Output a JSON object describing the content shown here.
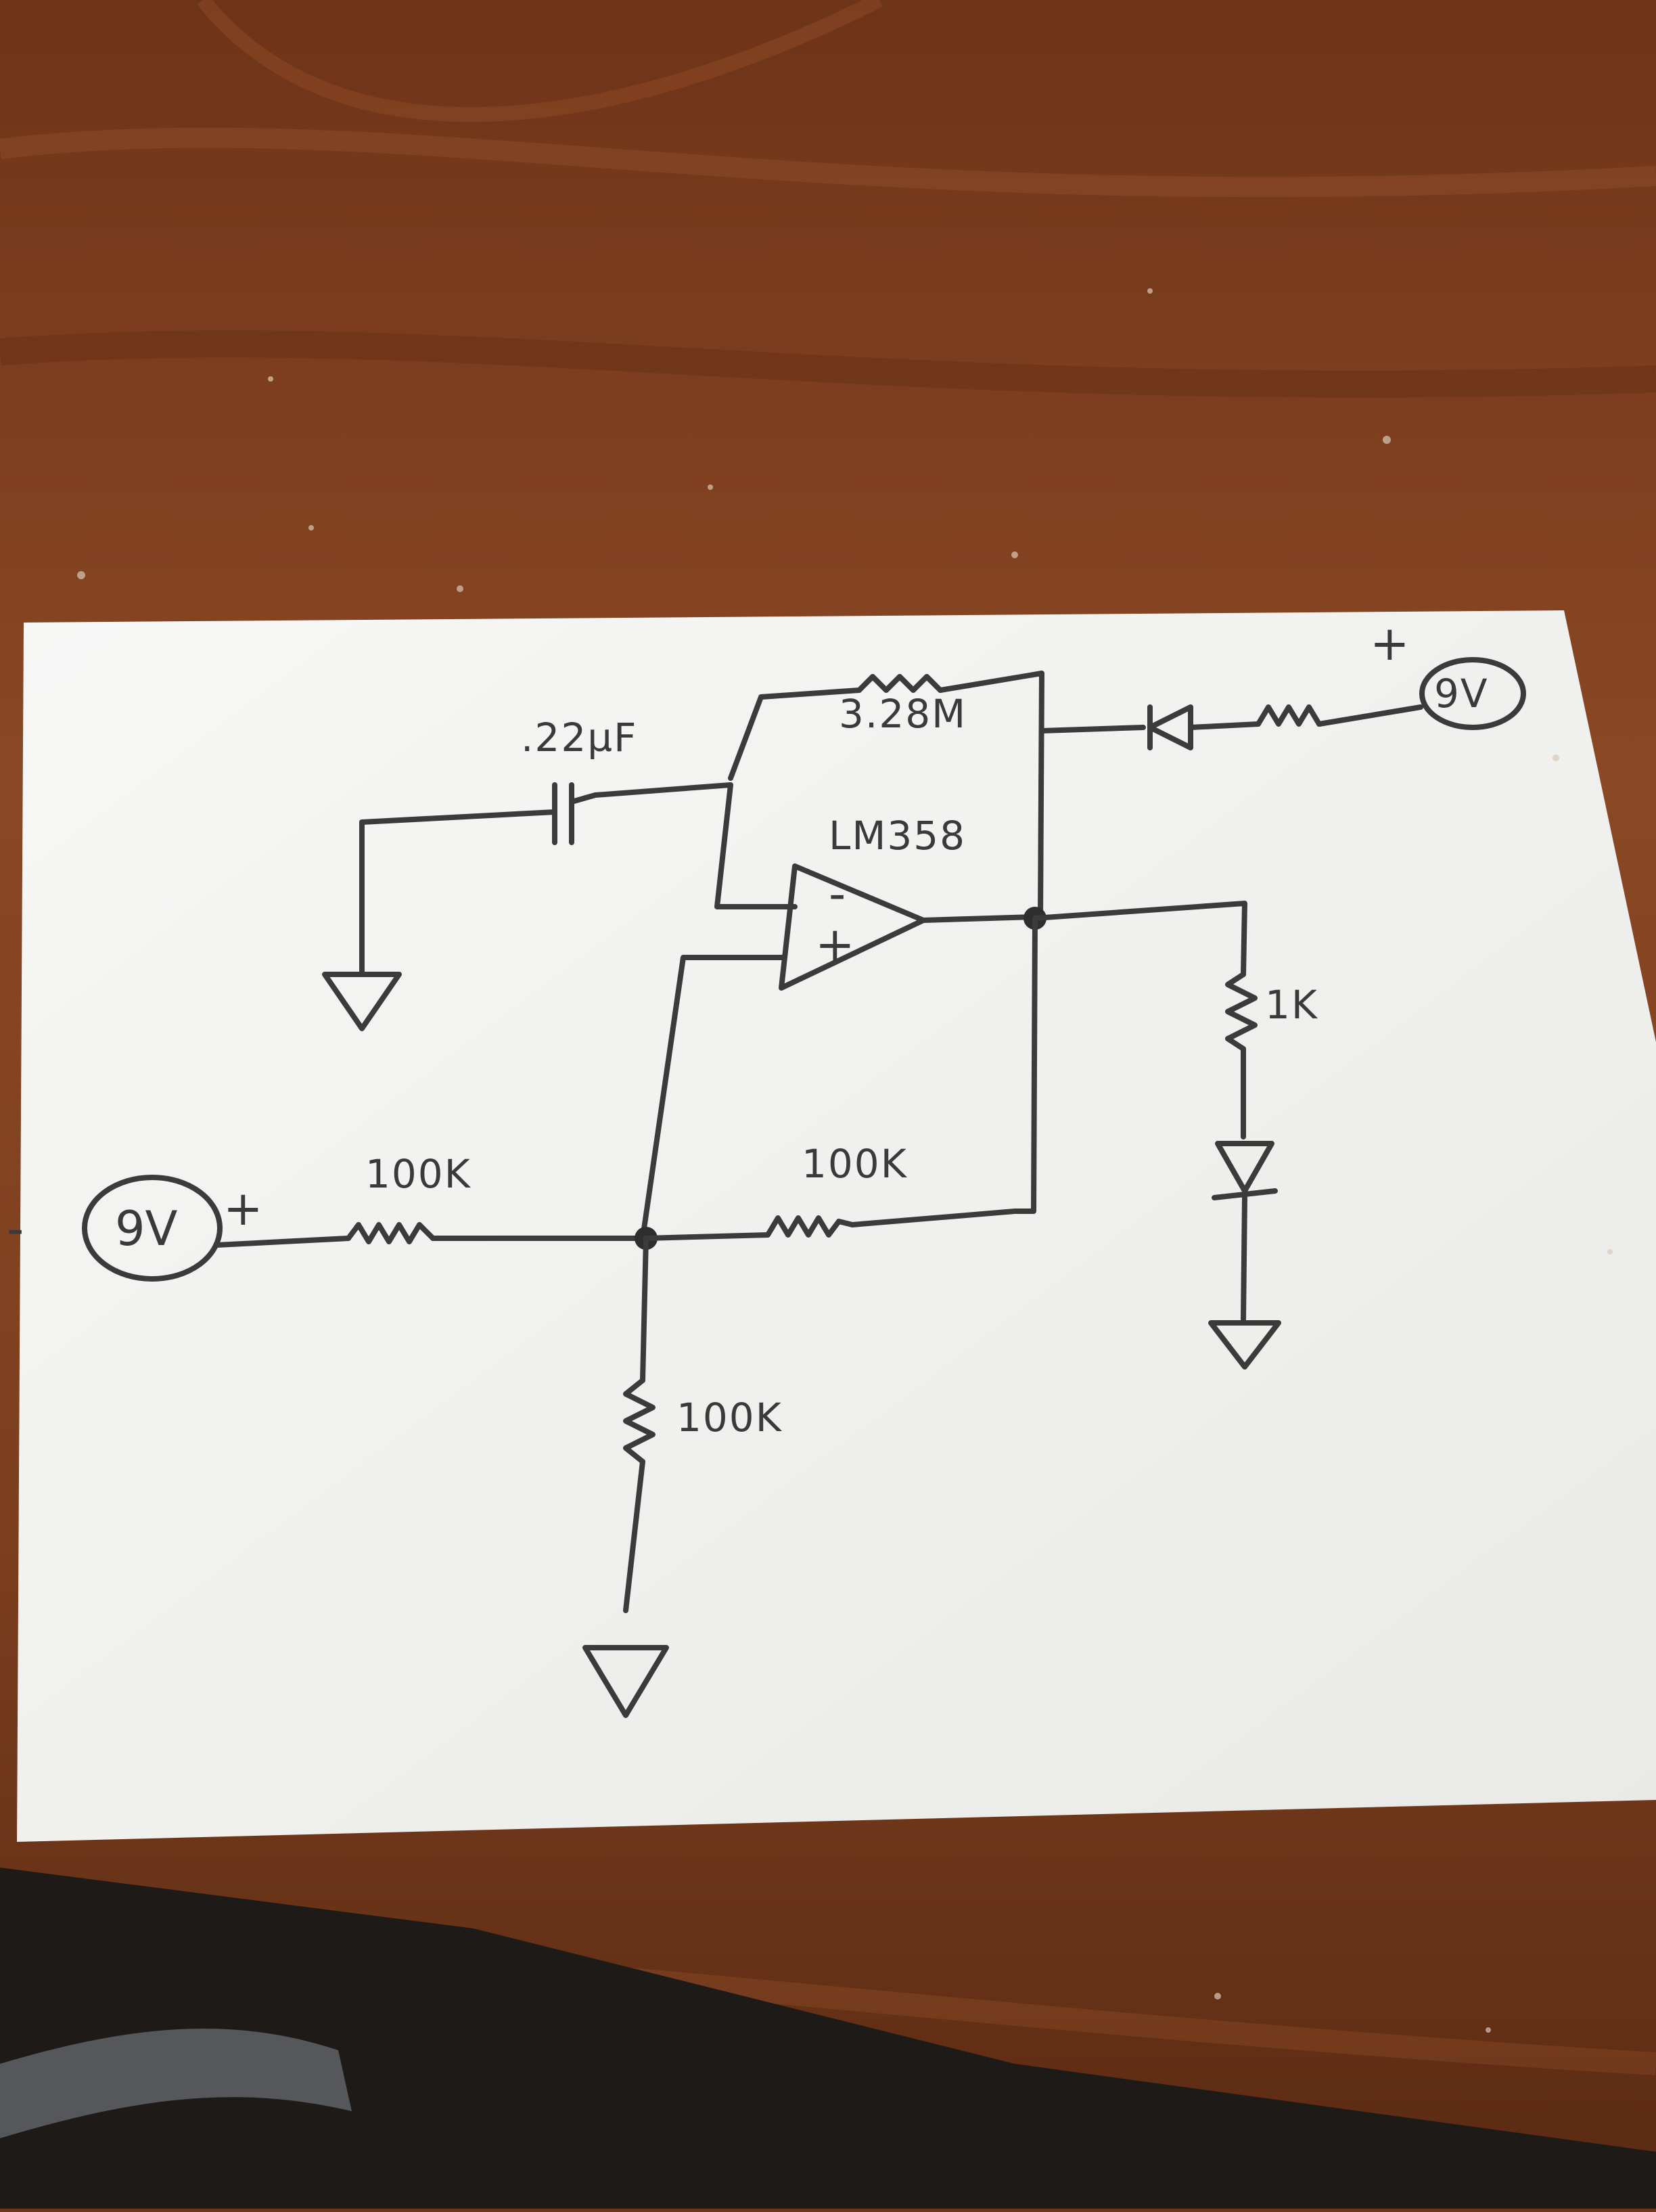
{
  "colors": {
    "table": "#7a3d1d",
    "table_dark": "#4e2410",
    "paper": "#f4f4f2",
    "pencil": "#3b3b3b"
  },
  "diagram": {
    "opamp_label": "LM358",
    "feedback_resistor_label": "3.28M",
    "capacitor_label": ".22µF",
    "input_resistor_label": "100K",
    "output_feedback_resistor_label": "100K",
    "ground_resistor_label": "100K",
    "led_resistor_label": "1K",
    "battery_left": {
      "label": "9V",
      "minus_sign": "-",
      "plus_sign": "+"
    },
    "battery_right": {
      "label": "9V",
      "plus_sign": "+"
    },
    "opamp_minus": "-",
    "opamp_plus": "+"
  }
}
